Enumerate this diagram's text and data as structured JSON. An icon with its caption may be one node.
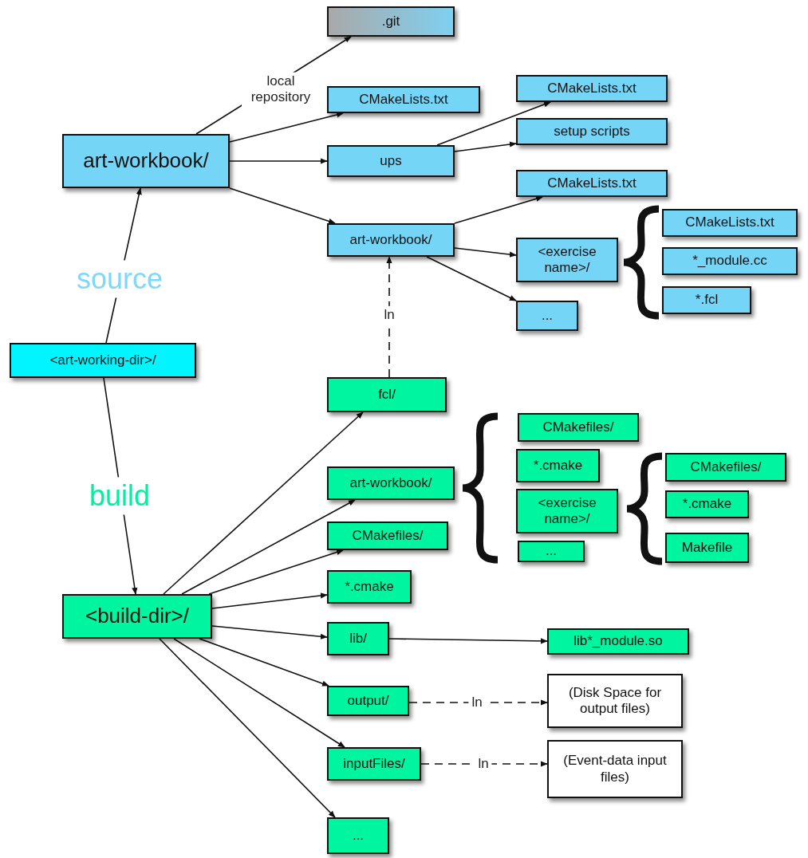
{
  "diagram": {
    "nodes": [
      {
        "text": [
          ".git"
        ]
      },
      {
        "text": [
          "CMakeLists.txt"
        ]
      },
      {
        "text": [
          "art-workbook/"
        ]
      },
      {
        "text": [
          "ups"
        ]
      },
      {
        "text": [
          "CMakeLists.txt"
        ]
      },
      {
        "text": [
          "setup scripts"
        ]
      },
      {
        "text": [
          "CMakeLists.txt"
        ]
      },
      {
        "text": [
          "art-workbook/"
        ]
      },
      {
        "text": [
          "<exercise name>/"
        ]
      },
      {
        "text": [
          "..."
        ]
      },
      {
        "text": [
          "CMakeLists.txt"
        ]
      },
      {
        "text": [
          "*_module.cc"
        ]
      },
      {
        "text": [
          "*.fcl"
        ]
      },
      {
        "text": [
          "<art-working-dir>/"
        ]
      },
      {
        "text": [
          "fcl/"
        ]
      },
      {
        "text": [
          "art-workbook/"
        ]
      },
      {
        "text": [
          "CMakefiles/"
        ]
      },
      {
        "text": [
          "*.cmake"
        ]
      },
      {
        "text": [
          "<exercise name>/"
        ]
      },
      {
        "text": [
          "..."
        ]
      },
      {
        "text": [
          "CMakefiles/"
        ]
      },
      {
        "text": [
          "*.cmake"
        ]
      },
      {
        "text": [
          "Makefile"
        ]
      },
      {
        "text": [
          "CMakefiles/"
        ]
      },
      {
        "text": [
          "<build-dir>/"
        ]
      },
      {
        "text": [
          "*.cmake"
        ]
      },
      {
        "text": [
          "lib/"
        ]
      },
      {
        "text": [
          "lib*_module.so"
        ]
      },
      {
        "text": [
          "output/"
        ]
      },
      {
        "text": [
          "(Disk Space for output files)"
        ]
      },
      {
        "text": [
          "inputFiles/"
        ]
      },
      {
        "text": [
          "(Event-data input files)"
        ]
      },
      {
        "text": [
          "..."
        ]
      }
    ],
    "edges": [
      {
        "from": 13,
        "to": 2,
        "arrow": "to",
        "label": "source"
      },
      {
        "from": 13,
        "to": 24,
        "arrow": "to",
        "label": "build"
      },
      {
        "from": 2,
        "to": 0,
        "arrow": "to",
        "label": "local repository"
      },
      {
        "from": 2,
        "to": 1,
        "arrow": "to"
      },
      {
        "from": 2,
        "to": 3,
        "arrow": "to"
      },
      {
        "from": 2,
        "to": 7,
        "arrow": "to"
      },
      {
        "from": 3,
        "to": 4,
        "arrow": "to"
      },
      {
        "from": 3,
        "to": 5,
        "arrow": "to"
      },
      {
        "from": 7,
        "to": 6,
        "arrow": "to"
      },
      {
        "from": 7,
        "to": 8,
        "arrow": "to"
      },
      {
        "from": 7,
        "to": 9,
        "arrow": "to"
      },
      {
        "from": 14,
        "to": 7,
        "arrow": "to",
        "label": "ln",
        "style": "dashed"
      },
      {
        "from": 24,
        "to": 14,
        "arrow": "to"
      },
      {
        "from": 24,
        "to": 15,
        "arrow": "to"
      },
      {
        "from": 24,
        "to": 23,
        "arrow": "to"
      },
      {
        "from": 24,
        "to": 25,
        "arrow": "to"
      },
      {
        "from": 24,
        "to": 26,
        "arrow": "to"
      },
      {
        "from": 24,
        "to": 28,
        "arrow": "to"
      },
      {
        "from": 24,
        "to": 30,
        "arrow": "to"
      },
      {
        "from": 24,
        "to": 32,
        "arrow": "to"
      },
      {
        "from": 26,
        "to": 27,
        "arrow": "to"
      },
      {
        "from": 28,
        "to": 29,
        "arrow": "to",
        "label": "ln",
        "style": "dashed"
      },
      {
        "from": 30,
        "to": 31,
        "arrow": "to",
        "label": "ln",
        "style": "dashed"
      }
    ]
  }
}
